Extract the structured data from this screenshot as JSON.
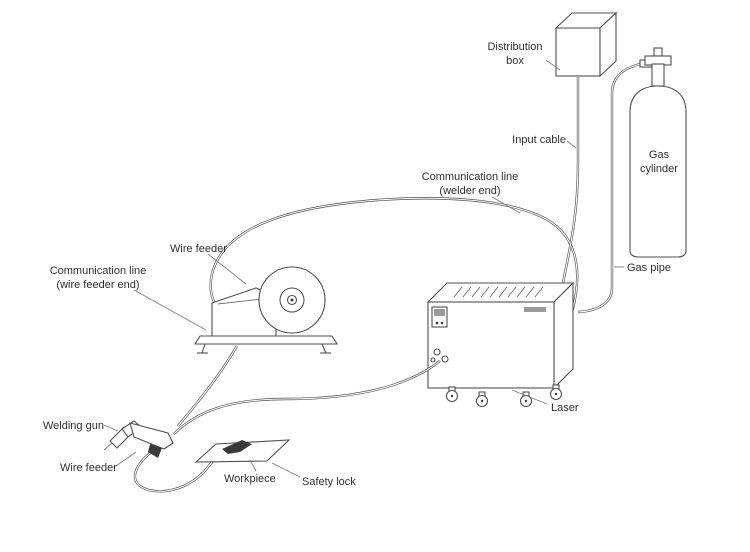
{
  "labels": {
    "distribution_box": "Distribution\nbox",
    "input_cable": "Input cable",
    "comm_welder": "Communication line\n(welder end)",
    "gas_cylinder": "Gas\ncylinder",
    "gas_pipe": "Gas pipe",
    "wire_feeder_top": "Wire feeder",
    "comm_wire_feeder": "Communication line\n(wire feeder end)",
    "laser": "Laser",
    "welding_gun": "Welding gun",
    "wire_feeder_bottom": "Wire feeder",
    "workpiece": "Workpiece",
    "safety_lock": "Safety lock"
  },
  "colors": {
    "line": "#4f4f4f",
    "leader": "#7d7d7d",
    "text": "#2e2e2e",
    "dark": "#3a3a3a",
    "background": "#ffffff"
  }
}
